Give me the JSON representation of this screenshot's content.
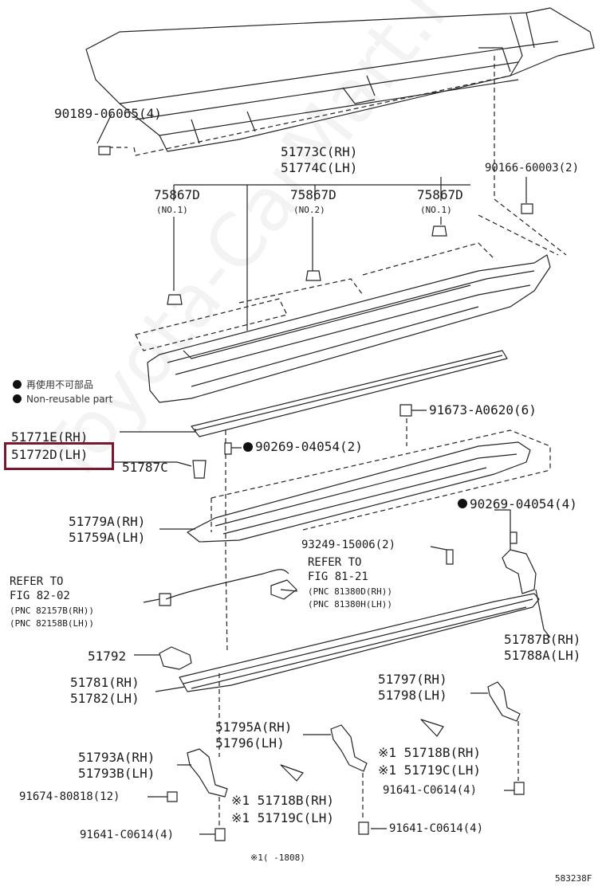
{
  "watermark": "Toyota-CarMart.ru",
  "legend": {
    "jp": "再使用不可部品",
    "en": "Non-reusable part"
  },
  "labels": {
    "p90189": "90189-06065(4)",
    "p51773": "51773C(RH)",
    "p51774": "51774C(LH)",
    "p90166": "90166-60003(2)",
    "p75867_1": "75867D",
    "p75867_1n": "(NO.1)",
    "p75867_2": "75867D",
    "p75867_2n": "(NO.2)",
    "p75867_3": "75867D",
    "p75867_3n": "(NO.1)",
    "p91673": "91673-A0620(6)",
    "p51771": "51771E(RH)",
    "p51772": "51772D(LH)",
    "p90269a": "90269-04054(2)",
    "p51787c": "51787C",
    "p90269b": "90269-04054(4)",
    "p51779": "51779A(RH)",
    "p51759": "51759A(LH)",
    "p93249": "93249-15006(2)",
    "ref1_1": "REFER TO",
    "ref1_2": "FIG 81-21",
    "ref1_3": "(PNC 81380D(RH))",
    "ref1_4": "(PNC 81380H(LH))",
    "ref2_1": "REFER TO",
    "ref2_2": "FIG 82-02",
    "ref2_3": "(PNC 82157B(RH))",
    "ref2_4": "(PNC 82158B(LH))",
    "p51787b": "51787B(RH)",
    "p51788a": "51788A(LH)",
    "p51792": "51792",
    "p51781": "51781(RH)",
    "p51782": "51782(LH)",
    "p51797": "51797(RH)",
    "p51798": "51798(LH)",
    "p51795": "51795A(RH)",
    "p51796": "51796(LH)",
    "p51718b_r": "※1 51718B(RH)",
    "p51719c_r": "※1 51719C(LH)",
    "p51793a": "51793A(RH)",
    "p51793b": "51793B(LH)",
    "p91674": "91674-80818(12)",
    "p51718b_l": "※1 51718B(RH)",
    "p51719c_l": "※1 51719C(LH)",
    "p91641_r": "91641-C0614(4)",
    "p91641_c": "91641-C0614(4)",
    "p91641_l": "91641-C0614(4)",
    "footnote": "※1(  -1808)",
    "figno": "583238F"
  },
  "highlight_color": "#7c1730"
}
